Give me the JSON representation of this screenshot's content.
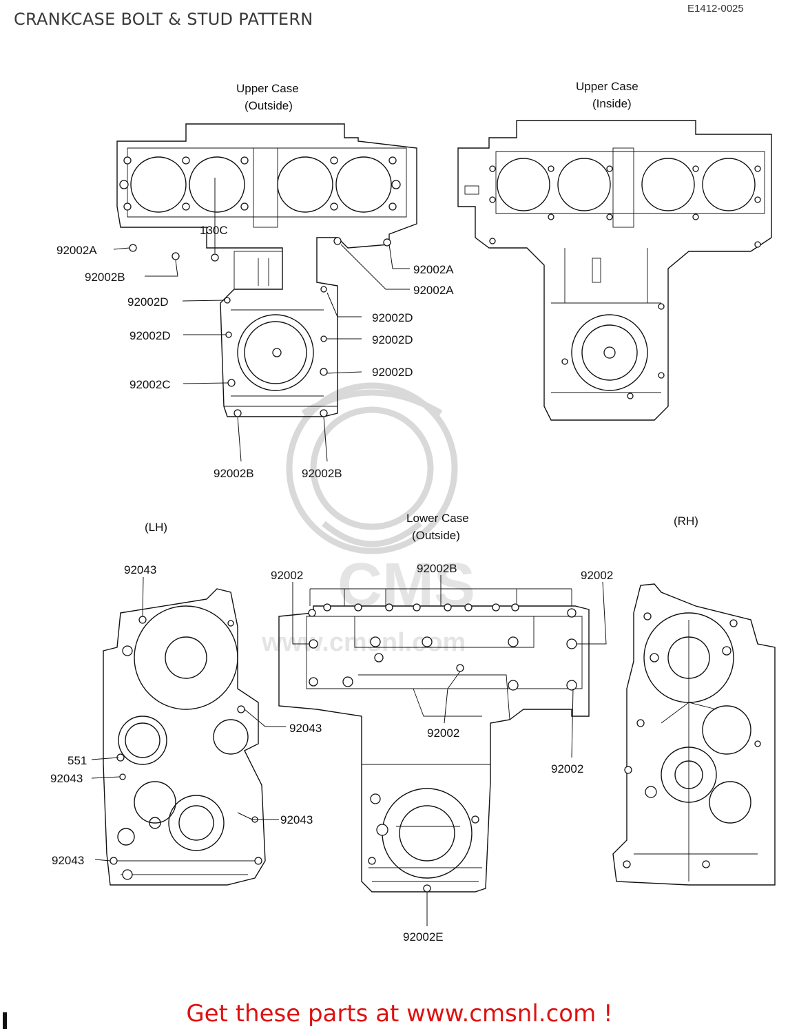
{
  "header": {
    "title": "CRANKCASE BOLT & STUD PATTERN",
    "drawing_code": "E1412-0025"
  },
  "views": {
    "upper_outside": {
      "caption_line1": "Upper Case",
      "caption_line2": "(Outside)"
    },
    "upper_inside": {
      "caption_line1": "Upper Case",
      "caption_line2": "(Inside)"
    },
    "lower_outside": {
      "caption_line1": "Lower  Case",
      "caption_line2": "(Outside)"
    },
    "lh": {
      "caption": "(LH)"
    },
    "rh": {
      "caption": "(RH)"
    }
  },
  "callouts": {
    "upper": [
      "92002A",
      "130C",
      "92002B",
      "92002D",
      "92002D",
      "92002C",
      "92002A",
      "92002A",
      "92002D",
      "92002D",
      "92002D",
      "92002B",
      "92002B"
    ],
    "lower": [
      "92002",
      "92002B",
      "92002",
      "92002",
      "92002",
      "92002E"
    ],
    "lh": [
      "92043",
      "92043",
      "551",
      "92043",
      "92043",
      "92043"
    ]
  },
  "footer": {
    "cta": "Get these parts at www.cmsnl.com !"
  },
  "watermark": {
    "text": "CMS",
    "url": "www.cmsnl.com"
  }
}
